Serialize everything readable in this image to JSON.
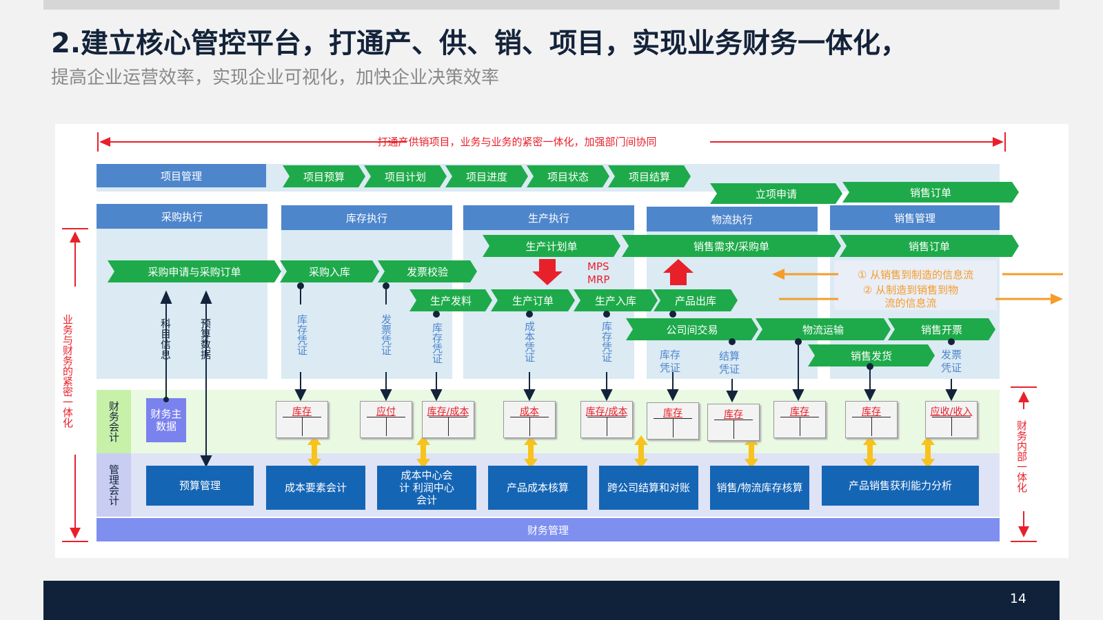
{
  "page": {
    "title": "2.建立核心管控平台，打通产、供、销、项目，实现业务财务一体化，",
    "subtitle": "提高企业运营效率，实现企业可视化，加快企业决策效率",
    "page_number": "14"
  },
  "diagram": {
    "top_arrow_label": "打通产供销项目，业务与业务的紧密一体化，加强部门间协同",
    "left_side_label": "业务与财务的紧密一体化",
    "right_side_label": "财务内部一体化",
    "headers": {
      "project_mgmt": "项目管理",
      "purchase_exec": "采购执行",
      "inventory_exec": "库存执行",
      "production_exec": "生产执行",
      "logistics_exec": "物流执行",
      "sales_mgmt": "销售管理",
      "finance_mgmt": "财务管理"
    },
    "project_steps": [
      "项目预算",
      "项目计划",
      "项目进度",
      "项目状态",
      "项目结算"
    ],
    "top_right_steps": [
      "立项申请",
      "销售订单"
    ],
    "row3_steps": [
      "生产计划单",
      "销售需求/采购单",
      "销售订单"
    ],
    "row4_steps": [
      "采购申请与采购订单",
      "采购入库",
      "发票校验"
    ],
    "row5_steps": [
      "生产发料",
      "生产订单",
      "生产入库",
      "产品出库"
    ],
    "row6_steps": [
      "公司间交易",
      "物流运输",
      "销售开票"
    ],
    "row7_steps": [
      "销售发货"
    ],
    "mps_mrp": [
      "MPS",
      "MRP"
    ],
    "flow_notes": [
      "① 从销售到制造的信息流",
      "② 从制造到销售到物流的信息流"
    ],
    "vouchers": [
      "科目信息",
      "预算数据",
      "库存凭证",
      "发票凭证",
      "库存凭证",
      "成本凭证",
      "库存凭证",
      "库存凭证",
      "结算凭证",
      "发票凭证"
    ],
    "layers": {
      "finance_accounting": "财务会计",
      "management_accounting": "管理会计"
    },
    "master_data": "财务主数据",
    "ledger_docs": [
      "库存",
      "应付",
      "库存/成本",
      "成本",
      "库存/成本",
      "库存",
      "库存",
      "库存",
      "库存",
      "应收/收入"
    ],
    "mgmt_boxes": [
      "预算管理",
      "成本要素会计",
      "成本中心会计 利润中心会计",
      "产品成本核算",
      "跨公司结算和对账",
      "销售/物流库存核算",
      "产品销售获利能力分析"
    ]
  },
  "colors": {
    "title": "#13233a",
    "header_blue": "#4e86cc",
    "step_green": "#1eaa4a",
    "mgmt_box_blue": "#1565b5",
    "finance_band": "#e9f9e2",
    "mgmt_band": "#dfe3f6",
    "finance_bar": "#7e8ff0",
    "accent_red": "#e8202a",
    "accent_orange": "#f59c2a",
    "double_arrow_yellow": "#f7c31c",
    "footer": "#10223a"
  }
}
